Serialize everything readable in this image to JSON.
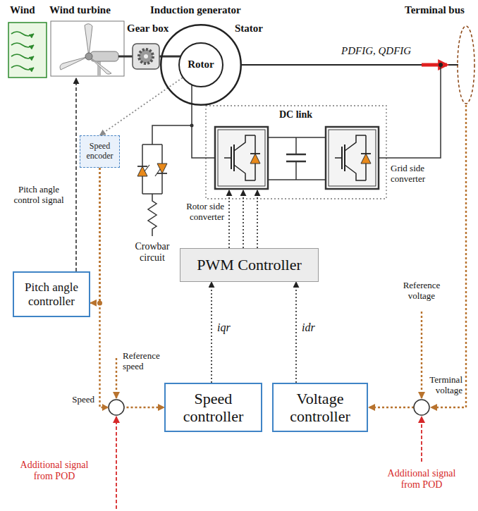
{
  "diagram": {
    "nodes": [
      {
        "text": [
          "Induction generator",
          "Stator"
        ]
      },
      {
        "text": [
          "Rotor"
        ],
        "in": 0
      },
      {
        "text": [
          "Speed encoder"
        ]
      },
      {
        "text": [
          "Pitch angle controller"
        ]
      },
      {
        "text": [
          "PWM Controller"
        ]
      },
      {
        "text": [
          "Speed controller"
        ]
      },
      {
        "text": [
          "Voltage controller"
        ]
      }
    ],
    "edges": [
      {
        "from": 1,
        "to": 2,
        "arrow": "to"
      },
      {
        "from": 2,
        "to": 3,
        "arrow": "to"
      },
      {
        "from": 2,
        "to": 5,
        "arrow": "to"
      },
      {
        "from": 5,
        "to": 4,
        "label": "iqr",
        "arrow": "to"
      },
      {
        "from": 6,
        "to": 4,
        "label": "idr",
        "arrow": "to"
      }
    ],
    "labels": [
      "Wind",
      "Wind turbine",
      "Gear box",
      "Terminal bus",
      "PDFIG, QDFIG",
      "DC link",
      "Rotor side converter",
      "Grid side converter",
      "Pitch angle control signal",
      "Crowbar circuit",
      "Reference voltage",
      "Reference speed",
      "Speed",
      "Terminal voltage",
      "Additional signal from POD",
      "Additional signal from POD"
    ]
  }
}
